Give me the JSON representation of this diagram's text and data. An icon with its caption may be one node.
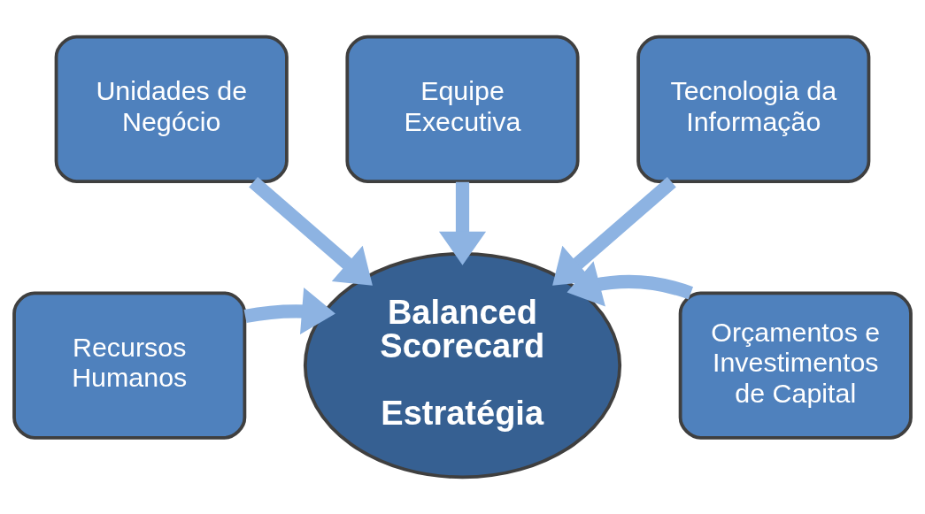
{
  "diagram": {
    "nodes": [
      {
        "text": [
          "Equipe Executiva"
        ]
      },
      {
        "text": [
          "Unidades de Negócio"
        ]
      },
      {
        "text": [
          "Tecnologia da Informação"
        ]
      },
      {
        "text": [
          "Balanced Scorecard",
          "Estratégia"
        ]
      },
      {
        "text": [
          "Recursos Humanos"
        ]
      },
      {
        "text": [
          "Orçamentos e Investimentos de Capital"
        ]
      }
    ],
    "edges": [
      {
        "from": 0,
        "to": 3,
        "arrow": "to"
      },
      {
        "from": 1,
        "to": 3,
        "arrow": "to"
      },
      {
        "from": 2,
        "to": 3,
        "arrow": "to"
      },
      {
        "from": 4,
        "to": 3,
        "arrow": "to"
      },
      {
        "from": 5,
        "to": 3,
        "arrow": "to"
      }
    ]
  }
}
